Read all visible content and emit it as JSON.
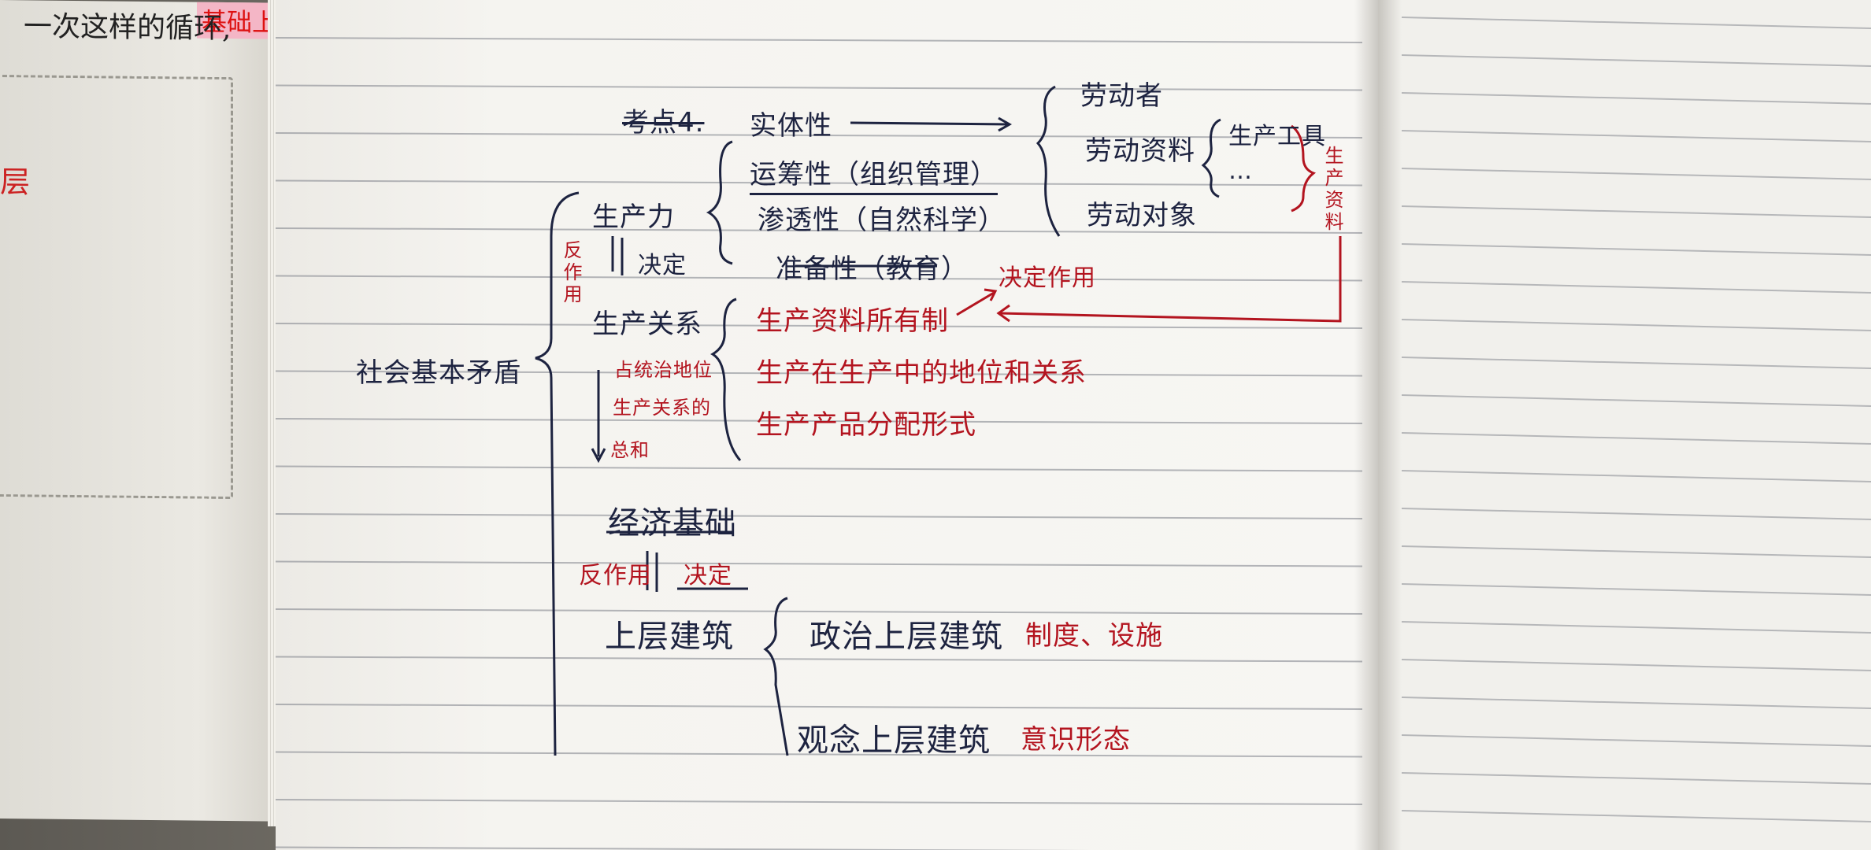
{
  "book": {
    "top_text": "一次这样的循环,",
    "tag_text": "基础上",
    "red_text": "层"
  },
  "notes": {
    "header": "考点4.",
    "forces": {
      "title": "生产力",
      "traits": [
        "实体性",
        "运筹性（组织管理）",
        "渗透性（自然科学）",
        "准备性（教育）"
      ],
      "elements": [
        "劳动者",
        "劳动资料",
        "劳动对象"
      ],
      "tools": [
        "生产工具",
        "…"
      ],
      "means_label": "生产资料",
      "decides": "决定",
      "reacts": "反作用",
      "decisive_role": "决定作用"
    },
    "relations": {
      "title": "生产关系",
      "items": [
        "生产资料所有制",
        "生产在生产中的地位和关系",
        "生产产品分配形式"
      ],
      "sum_lines": [
        "占统治地位",
        "生产关系的",
        "总和"
      ]
    },
    "society": "社会基本矛盾",
    "base": {
      "title": "经济基础",
      "reacts": "反作用",
      "decides": "决定"
    },
    "super": {
      "title": "上层建筑",
      "political": "政治上层建筑",
      "political_red": "制度、设施",
      "ideological": "观念上层建筑",
      "ideological_red": "意识形态"
    }
  },
  "colors": {
    "ink_blue": "#1d2340",
    "ink_red": "#b3141f",
    "paper": "#f5f4f0"
  }
}
